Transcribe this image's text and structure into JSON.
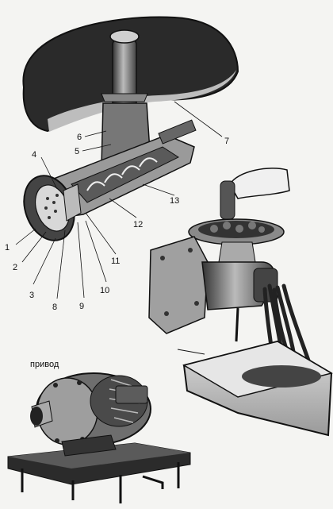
{
  "figure": {
    "callouts": [
      "1",
      "2",
      "3",
      "4",
      "5",
      "6",
      "7",
      "8",
      "9",
      "10",
      "11",
      "12",
      "13"
    ],
    "drive_caption": "привод"
  },
  "colors": {
    "ink": "#111111",
    "mid": "#777777",
    "light": "#c9c9c9",
    "paper": "#f4f4f2"
  }
}
